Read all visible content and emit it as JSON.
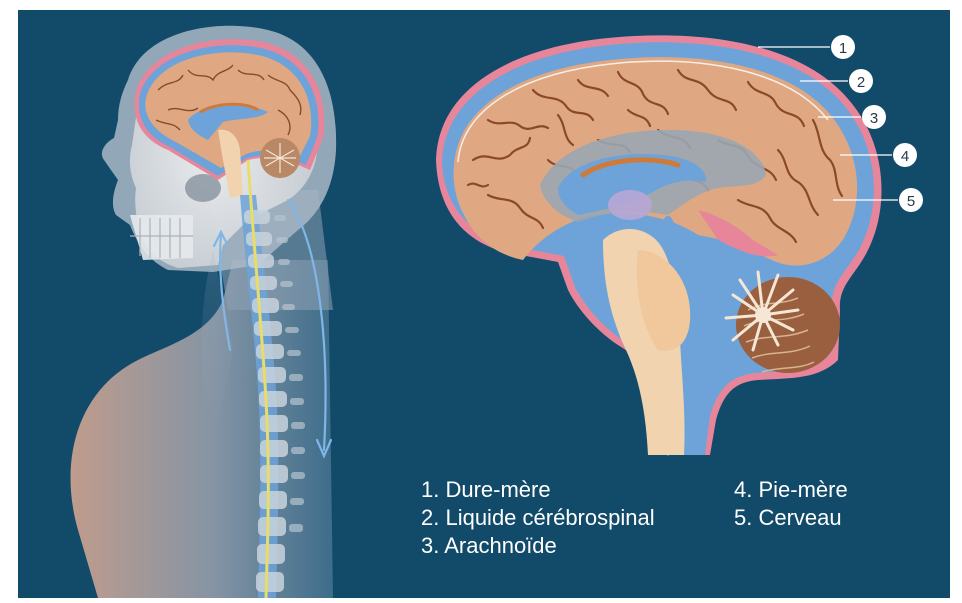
{
  "diagram": {
    "legend": [
      {
        "num": "1",
        "label": "1. Dure-mère"
      },
      {
        "num": "2",
        "label": "2. Liquide cérébrospinal"
      },
      {
        "num": "3",
        "label": "3. Arachnoïde"
      },
      {
        "num": "4",
        "label": "4. Pie-mère"
      },
      {
        "num": "5",
        "label": "5. Cerveau"
      }
    ],
    "colors": {
      "background": "#124a6a",
      "dura_mater": "#e7869a",
      "csf": "#6da3d8",
      "brain": "#dfa883",
      "sulci": "#8a4a2a",
      "spinal_cord": "#e8dc6a"
    }
  }
}
